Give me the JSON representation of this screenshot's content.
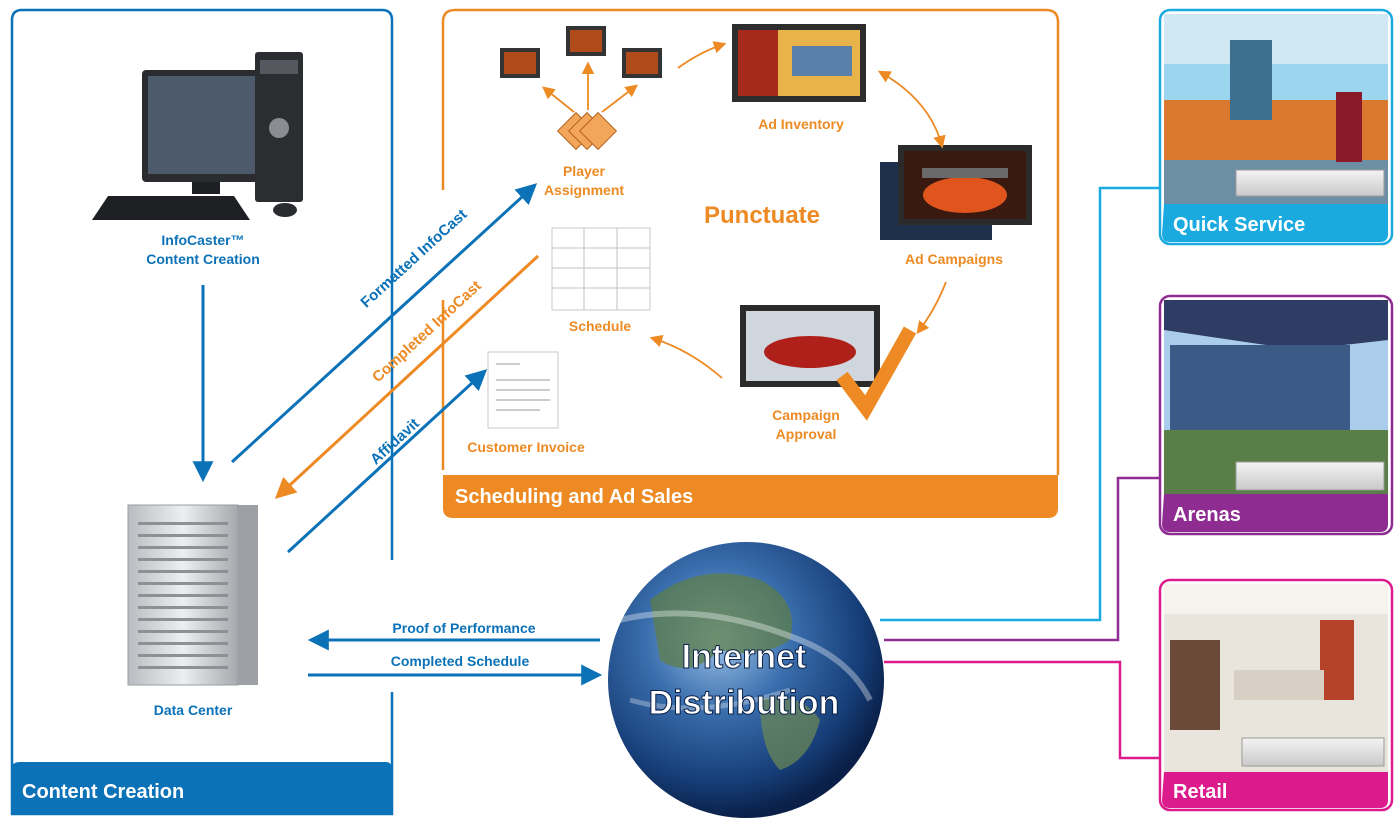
{
  "colors": {
    "blue": "#0B72B8",
    "orange": "#EE8A23",
    "cyan": "#1AAAE0",
    "purple": "#8E2C91",
    "magenta": "#DB1A8B"
  },
  "content_creation": {
    "panel_label": "Content Creation",
    "infocaster_line1": "InfoCaster™",
    "infocaster_line2": "Content Creation",
    "data_center": "Data Center"
  },
  "scheduling": {
    "panel_label": "Scheduling and Ad Sales",
    "center_title": "Punctuate",
    "player_line1": "Player",
    "player_line2": "Assignment",
    "ad_inventory": "Ad Inventory",
    "ad_campaigns": "Ad Campaigns",
    "campaign_line1": "Campaign",
    "campaign_line2": "Approval",
    "schedule": "Schedule",
    "customer_invoice": "Customer Invoice"
  },
  "flows": {
    "formatted": "Formatted InfoCast",
    "completed_infocast": "Completed InfoCast",
    "affidavit": "Affidavit",
    "proof": "Proof of Performance",
    "completed_schedule": "Completed Schedule"
  },
  "internet": {
    "line1": "Internet",
    "line2": "Distribution"
  },
  "venues": {
    "quick_service": "Quick Service",
    "arenas": "Arenas",
    "retail": "Retail"
  }
}
